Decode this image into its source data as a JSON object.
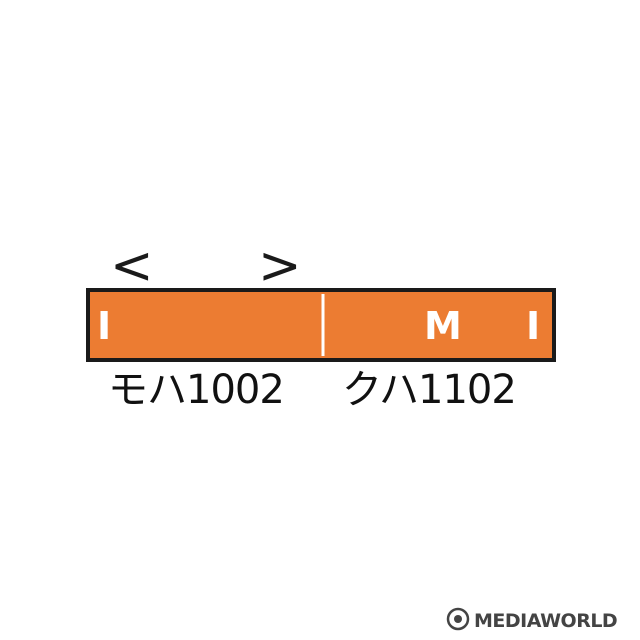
{
  "direction_marks": {
    "left": "<",
    "right": ">"
  },
  "cars": [
    {
      "name": "モハ1002",
      "marks": [
        "I"
      ]
    },
    {
      "name": "クハ1102",
      "marks": [
        "M",
        "I"
      ]
    }
  ],
  "colors": {
    "car_body": "#ec7c32",
    "car_border": "#1a1a1a",
    "car_divider": "#ffffff",
    "text": "#111111"
  },
  "watermark": {
    "text": "MEDIAWORLD",
    "logo_icon": "medaworld-logo-icon"
  }
}
